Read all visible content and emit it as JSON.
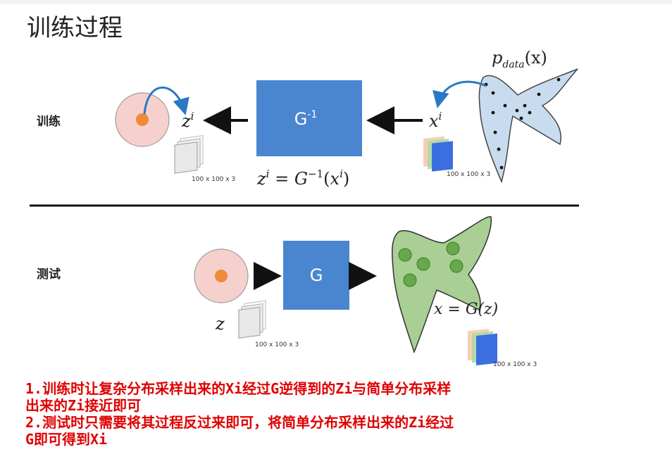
{
  "title": "训练过程",
  "rows": {
    "train_label": "训练",
    "test_label": "测试"
  },
  "train": {
    "block_label_base": "G",
    "block_label_sup": "-1",
    "z_var": "z",
    "z_sup": "i",
    "x_var": "x",
    "x_sup": "i",
    "dim_left": "100 x 100 x 3",
    "dim_right": "100 x 100 x 3",
    "equation": {
      "lhs_var": "z",
      "lhs_sup": "i",
      "eq": " = ",
      "fn": "G",
      "fn_sup": "−1",
      "arg_open": "(",
      "arg_var": "x",
      "arg_sup": "i",
      "arg_close": ")"
    },
    "pdata": {
      "p": "p",
      "sub": "data",
      "arg": "(x)"
    }
  },
  "test": {
    "block_label": "G",
    "z_var": "z",
    "dim_left": "100 x 100 x 3",
    "dim_right": "100 x 100 x 3",
    "equation": "x = G(z)"
  },
  "notes": [
    "1.训练时让复杂分布采样出来的Xi经过G逆得到的Zi与简单分布采样",
    "出来的Zi接近即可",
    "2.测试时只需要将其过程反过来即可，将简单分布采样出来的Zi经过",
    "G即可得到Xi"
  ],
  "colors": {
    "block_blue": "#4a86d0",
    "circle_fill": "#f6d0cc",
    "circle_dot": "#f08a3a",
    "blob_blue": "#c9dcef",
    "blob_green": "#a9cf95",
    "green_dot": "#67a84b",
    "curve_blue": "#2a78c8",
    "note_red": "#e00000"
  }
}
